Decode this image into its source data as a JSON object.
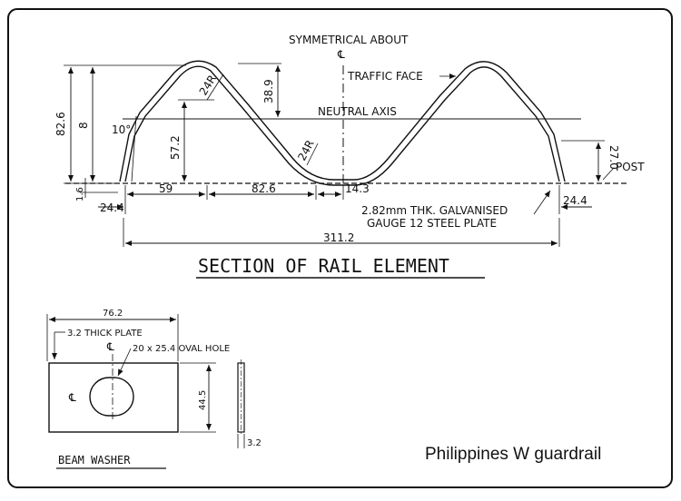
{
  "title": "Philippines W guardrail",
  "section": {
    "heading": "SECTION OF RAIL ELEMENT",
    "symmetrical_label": "SYMMETRICAL ABOUT",
    "centerline_symbol": "℄",
    "traffic_face": "TRAFFIC FACE",
    "neutral_axis": "NEUTRAL AXIS",
    "post": "POST",
    "plate_note_line1": "2.82mm THK. GALVANISED",
    "plate_note_line2": "GAUGE 12 STEEL PLATE",
    "dims": {
      "overall_height": "82.6",
      "inner_height": "8",
      "base": "1.6",
      "angle": "10°",
      "radius_top": "24R",
      "radius_bottom": "24R",
      "top_to_axis": "38.9",
      "axis_height": "57.2",
      "right_flange_height": "27.0",
      "left_flange": "24.4",
      "right_flange": "24.4",
      "seg1": "59",
      "seg2": "82.6",
      "seg3": "14.3",
      "overall_width": "311.2"
    }
  },
  "washer": {
    "heading": "BEAM WASHER",
    "thick_plate": "3.2 THICK PLATE",
    "hole_label": "20 x 25.4 OVAL HOLE",
    "width": "76.2",
    "height": "44.5",
    "thickness": "3.2",
    "centerline_symbol": "℄"
  }
}
